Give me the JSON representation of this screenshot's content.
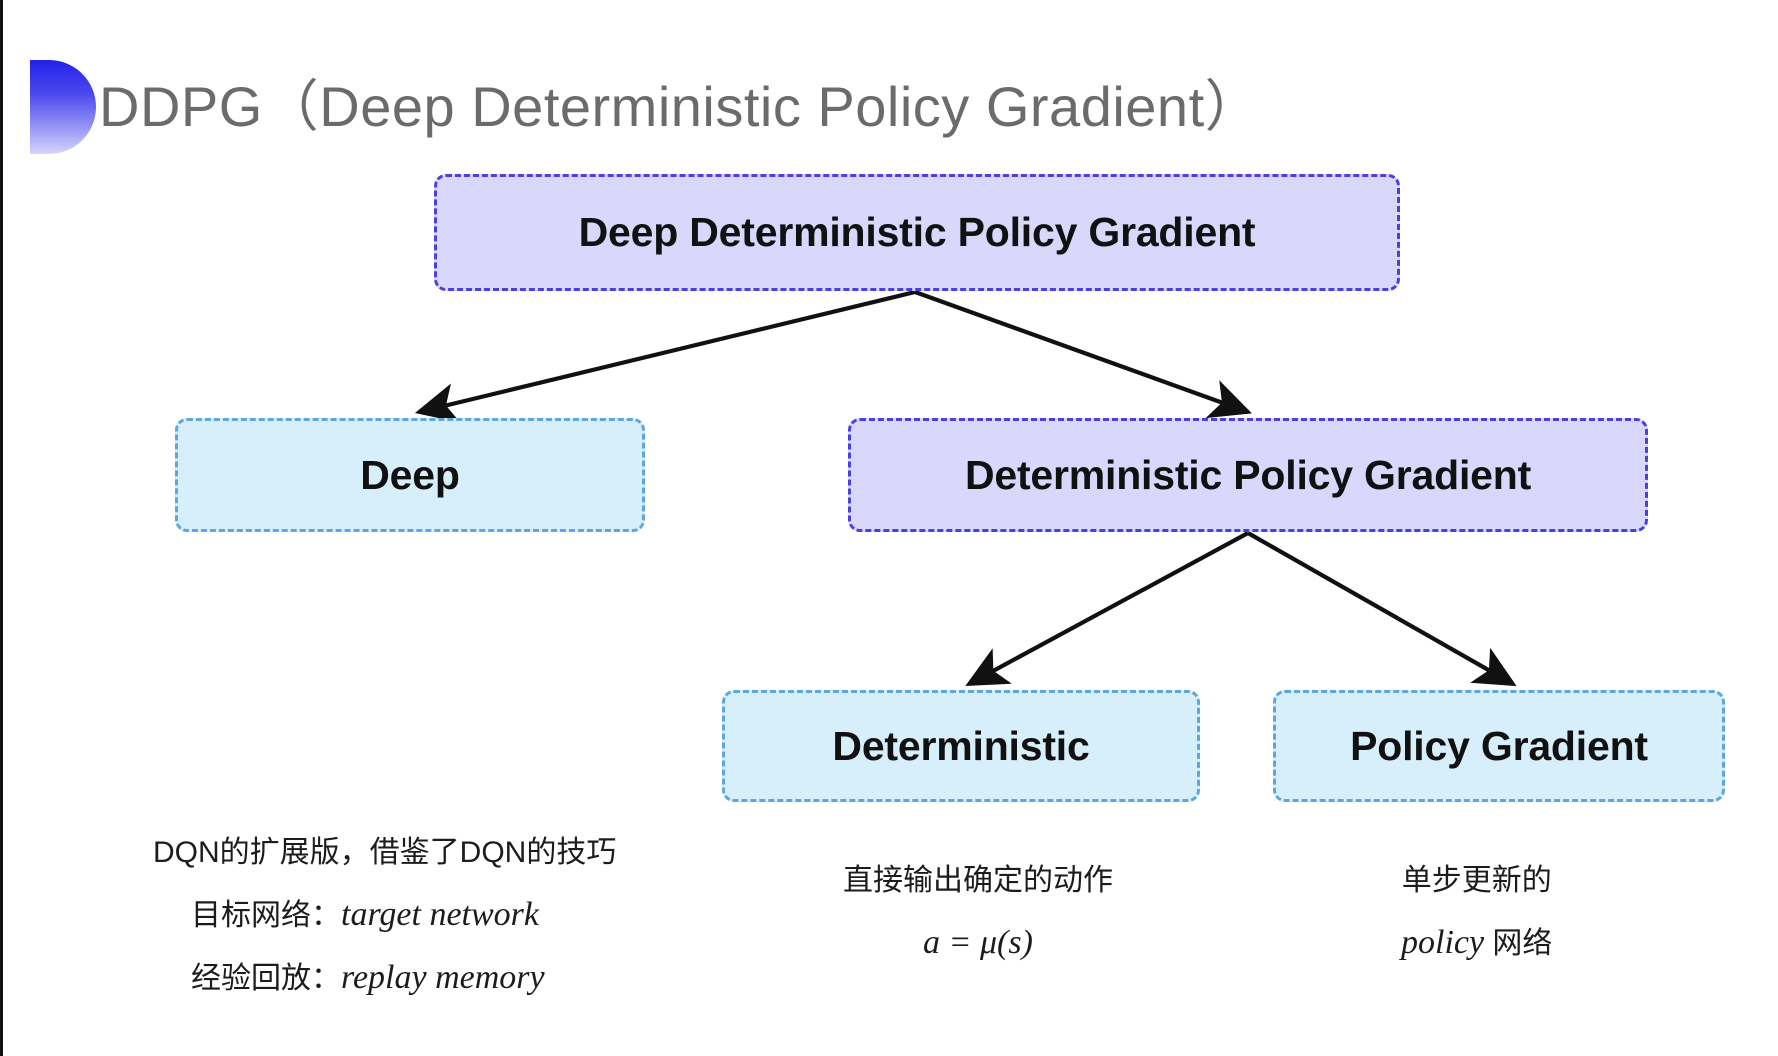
{
  "slide": {
    "title": "DDPG（Deep Deterministic Policy Gradient）",
    "background_color": "#ffffff",
    "accent_color": "#4c3fe0",
    "decoration_icon": "half-circle-gradient-decoration"
  },
  "diagram": {
    "type": "tree",
    "nodes": {
      "root": {
        "label": "Deep Deterministic Policy Gradient",
        "fill": "#d9d7fb",
        "border": "#4c3fe0"
      },
      "deep": {
        "label": "Deep",
        "fill": "#d7eefb",
        "border": "#5ea6dd"
      },
      "dpg": {
        "label": "Deterministic Policy Gradient",
        "fill": "#d9d7fb",
        "border": "#4c3fe0"
      },
      "deterministic": {
        "label": "Deterministic",
        "fill": "#d7eefb",
        "border": "#5ea6dd"
      },
      "policy_gradient": {
        "label": "Policy Gradient",
        "fill": "#d7eefb",
        "border": "#5ea6dd"
      }
    },
    "edges": [
      {
        "from": "root",
        "to": "deep"
      },
      {
        "from": "root",
        "to": "dpg"
      },
      {
        "from": "dpg",
        "to": "deterministic"
      },
      {
        "from": "dpg",
        "to": "policy_gradient"
      }
    ]
  },
  "annotations": {
    "deep": {
      "line1": "DQN的扩展版，借鉴了DQN的技巧",
      "line2_label": "目标网络：",
      "line2_value": "target network",
      "line3_label": "经验回放：",
      "line3_value": "replay memory"
    },
    "deterministic": {
      "line1": "直接输出确定的动作",
      "formula": "a = μ(s)"
    },
    "policy_gradient": {
      "line1": "单步更新的",
      "line2_value": "policy",
      "line2_suffix": " 网络"
    }
  }
}
